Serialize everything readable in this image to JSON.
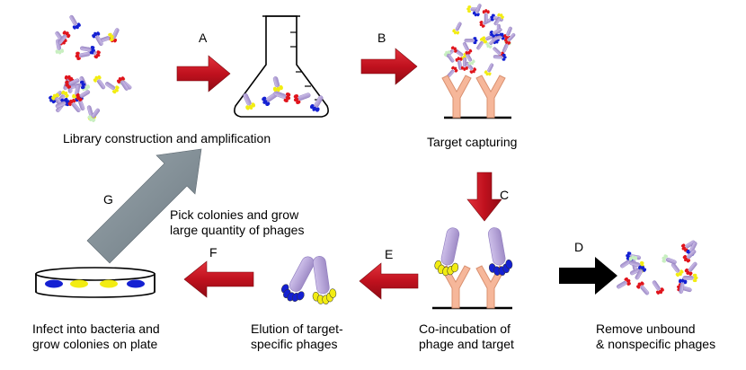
{
  "steps": {
    "A": "A",
    "B": "B",
    "C": "C",
    "D": "D",
    "E": "E",
    "F": "F",
    "G": "G"
  },
  "labels": {
    "library": "Library construction and amplification",
    "target_capturing": "Target capturing",
    "pick_line1": "Pick colonies and grow",
    "pick_line2": "large quantity of phages",
    "infect_line1": "Infect into bacteria and",
    "infect_line2": "grow colonies on plate",
    "elution_line1": "Elution of target-",
    "elution_line2": "specific phages",
    "coinc_line1": "Co-incubation of",
    "coinc_line2": "phage and target",
    "remove_line1": "Remove unbound",
    "remove_line2": "& nonspecific phages"
  },
  "colors": {
    "red_arrow": "#c0111e",
    "gray_arrow": "#7f8c94",
    "black_arrow": "#000000",
    "phage_body": "#b7a6d9",
    "phage_red": "#e0141c",
    "phage_blue": "#1420d2",
    "phage_yellow": "#f2ec12",
    "phage_green": "#c8efc0",
    "antibody": "#f6b79a",
    "antibody_stroke": "#d9906f"
  }
}
